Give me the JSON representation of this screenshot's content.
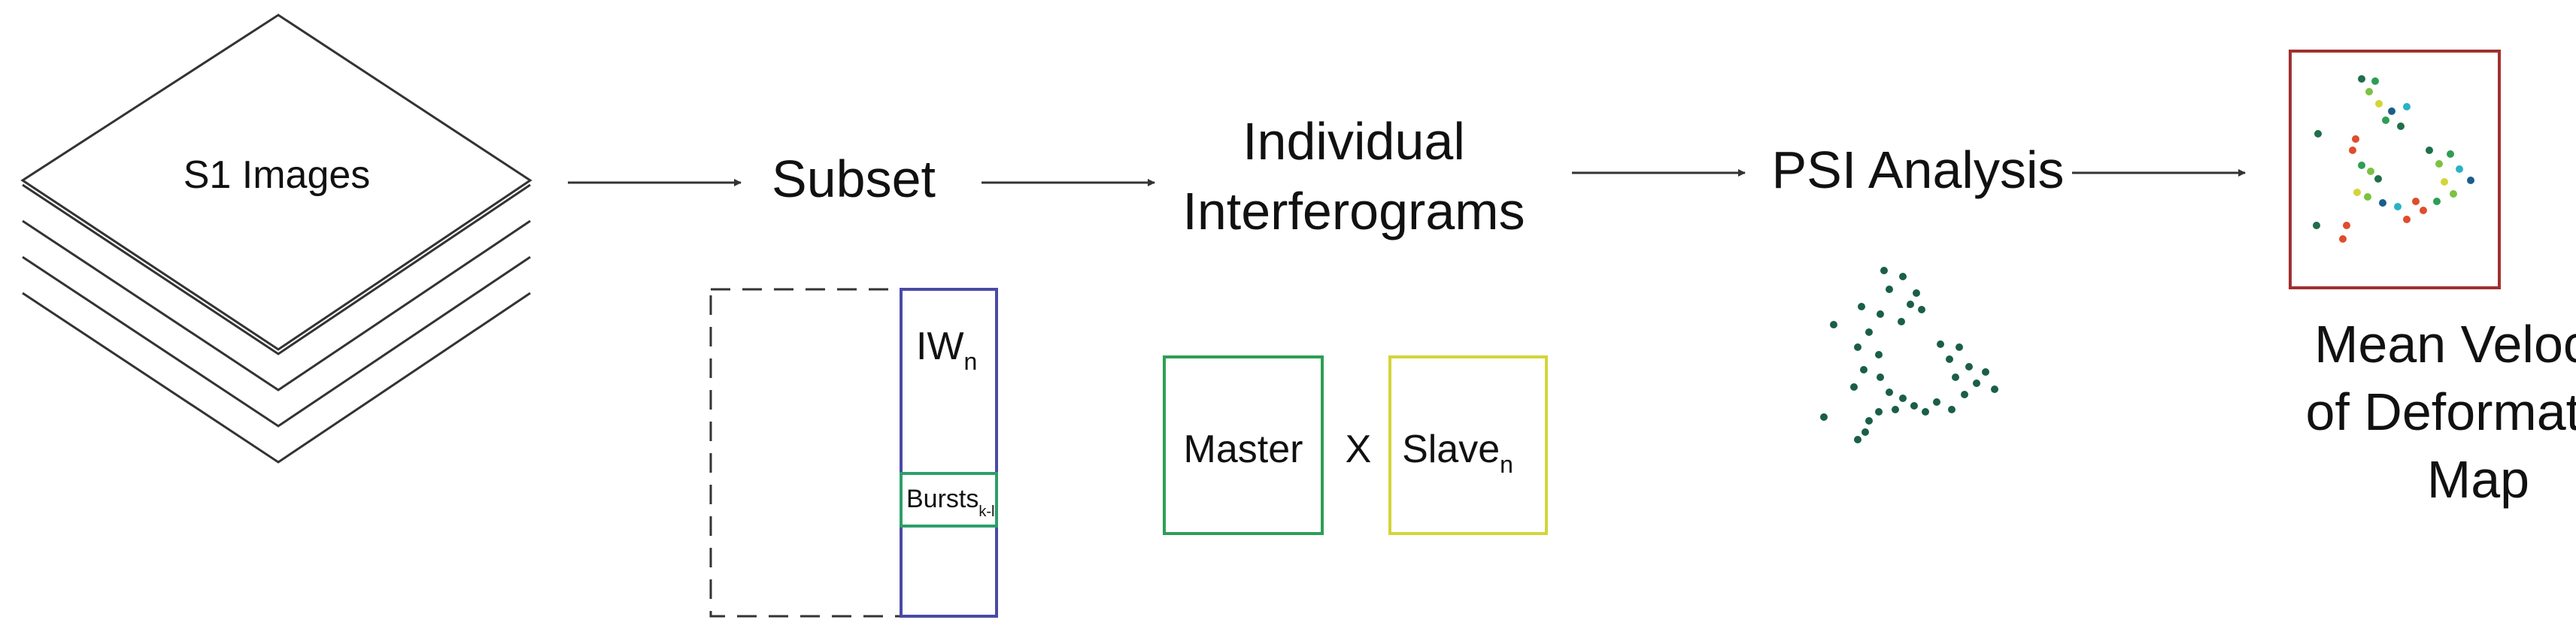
{
  "steps": {
    "s1_images": "S1 Images",
    "subset": "Subset",
    "interferograms": [
      "Individual",
      "Interferograms"
    ],
    "psi_analysis": "PSI Analysis",
    "mean_velocity": [
      "Mean Velocity",
      "of Deformation",
      "Map"
    ]
  },
  "subset_panel": {
    "iw_base": "IW",
    "iw_sub": "n",
    "bursts_base": "Bursts",
    "bursts_sub": "k-l"
  },
  "interferogram_panel": {
    "master": "Master",
    "operator": "X",
    "slave_base": "Slave",
    "slave_sub": "n"
  },
  "colors": {
    "stroke": "#333333",
    "iw_box": "#4a4aa6",
    "bursts_box": "#2e9e6a",
    "master_box": "#2e9e55",
    "slave_box": "#d4d43a",
    "map_frame": "#a03030",
    "psi_points": "#1a5e4a"
  },
  "map_points_palette": [
    "#1f6f4a",
    "#2e9e55",
    "#7cc242",
    "#d4d43a",
    "#e04c2c",
    "#1a5e8a",
    "#2bb3c2"
  ]
}
